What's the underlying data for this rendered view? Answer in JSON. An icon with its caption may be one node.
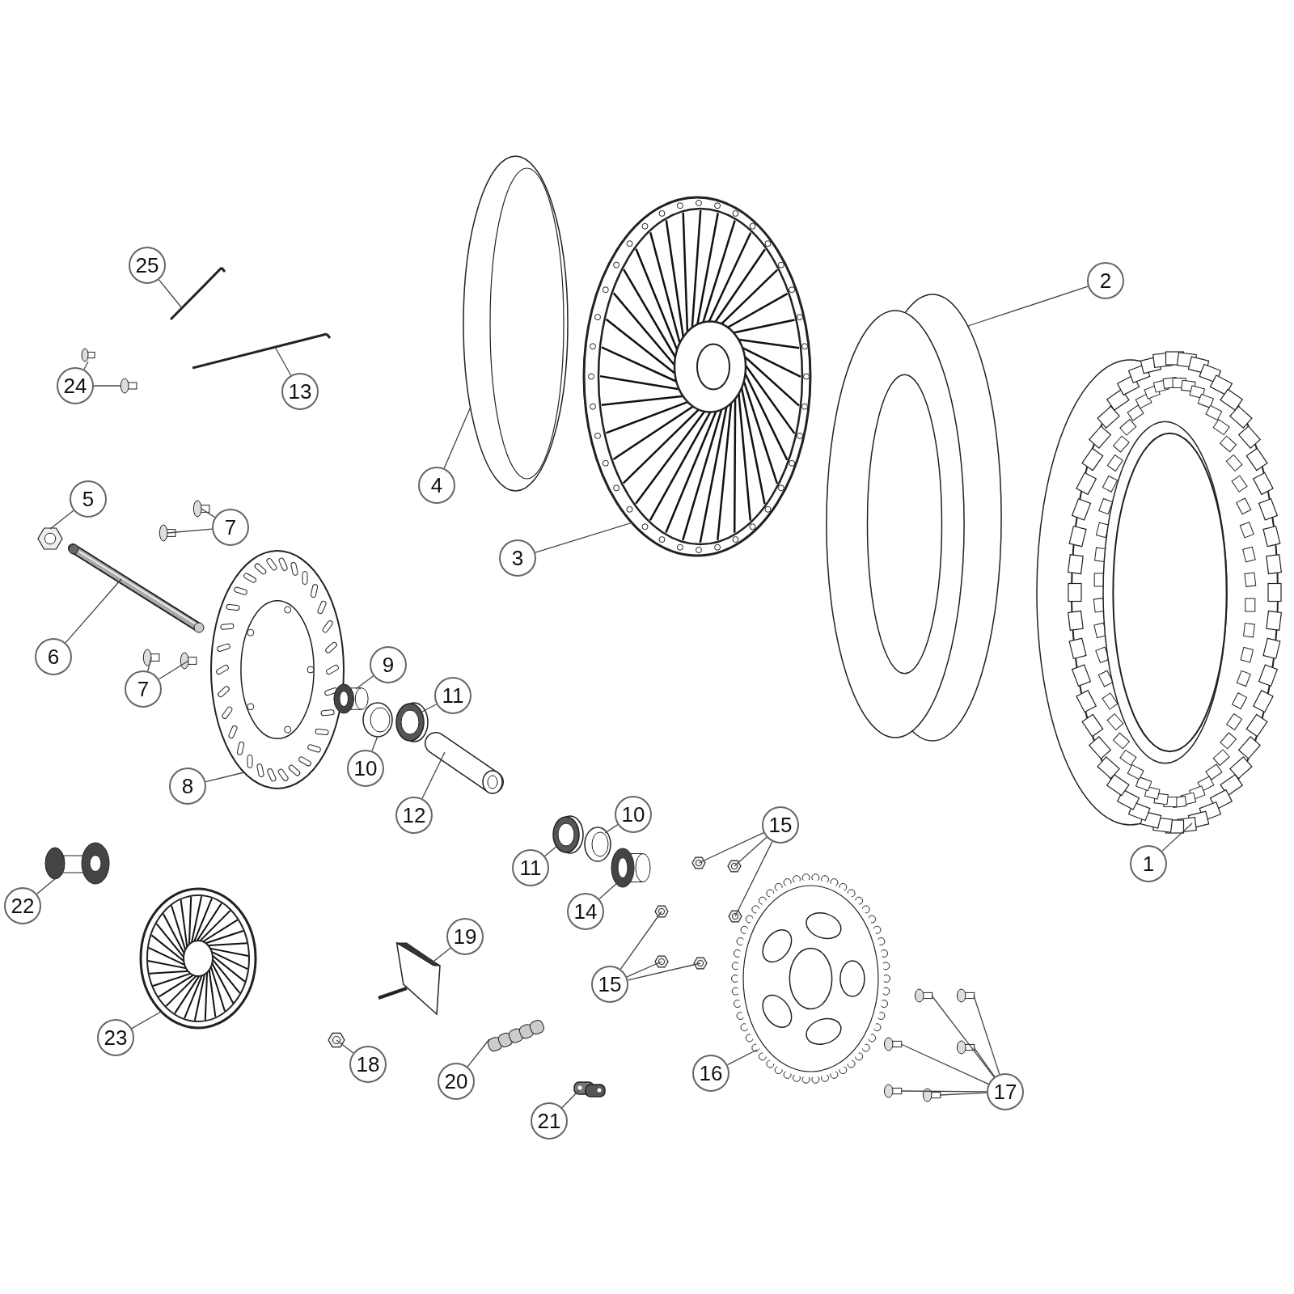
{
  "diagram": {
    "nodes": [
      {
        "text": [
          "1"
        ]
      },
      {
        "text": [],
        "shape": "picture"
      },
      {
        "text": [
          "2"
        ]
      },
      {
        "text": [],
        "shape": "picture"
      },
      {
        "text": [
          "3"
        ]
      },
      {
        "text": [],
        "shape": "picture"
      },
      {
        "text": [
          "4"
        ]
      },
      {
        "text": [],
        "shape": "picture"
      },
      {
        "text": [
          "5"
        ]
      },
      {
        "text": [],
        "shape": "picture"
      },
      {
        "text": [
          "6"
        ]
      },
      {
        "text": [],
        "shape": "picture"
      },
      {
        "text": [
          "7"
        ]
      },
      {
        "text": [],
        "shape": "picture"
      },
      {
        "text": [],
        "shape": "picture"
      },
      {
        "text": [
          "7"
        ]
      },
      {
        "text": [],
        "shape": "picture"
      },
      {
        "text": [],
        "shape": "picture"
      },
      {
        "text": [
          "8"
        ]
      },
      {
        "text": [],
        "shape": "picture"
      },
      {
        "text": [
          "9"
        ]
      },
      {
        "text": [],
        "shape": "picture"
      },
      {
        "text": [
          "10"
        ]
      },
      {
        "text": [],
        "shape": "picture"
      },
      {
        "text": [
          "11"
        ]
      },
      {
        "text": [],
        "shape": "picture"
      },
      {
        "text": [
          "12"
        ]
      },
      {
        "text": [],
        "shape": "picture"
      },
      {
        "text": [
          "10"
        ]
      },
      {
        "text": [],
        "shape": "picture"
      },
      {
        "text": [
          "11"
        ]
      },
      {
        "text": [],
        "shape": "picture"
      },
      {
        "text": [
          "14"
        ]
      },
      {
        "text": [],
        "shape": "picture"
      },
      {
        "text": [
          "15"
        ]
      },
      {
        "text": [],
        "shape": "picture"
      },
      {
        "text": [],
        "shape": "picture"
      },
      {
        "text": [],
        "shape": "picture"
      },
      {
        "text": [
          "15"
        ]
      },
      {
        "text": [],
        "shape": "picture"
      },
      {
        "text": [],
        "shape": "picture"
      },
      {
        "text": [],
        "shape": "picture"
      },
      {
        "text": [
          "16"
        ]
      },
      {
        "text": [],
        "shape": "picture"
      },
      {
        "text": [
          "17"
        ]
      },
      {
        "text": [],
        "shape": "picture"
      },
      {
        "text": [],
        "shape": "picture"
      },
      {
        "text": [],
        "shape": "picture"
      },
      {
        "text": [],
        "shape": "picture"
      },
      {
        "text": [],
        "shape": "picture"
      },
      {
        "text": [],
        "shape": "picture"
      },
      {
        "text": [
          "18"
        ]
      },
      {
        "text": [],
        "shape": "picture"
      },
      {
        "text": [
          "19"
        ]
      },
      {
        "text": [],
        "shape": "picture"
      },
      {
        "text": [
          "20"
        ]
      },
      {
        "text": [],
        "shape": "picture"
      },
      {
        "text": [
          "21"
        ]
      },
      {
        "text": [],
        "shape": "picture"
      },
      {
        "text": [
          "22"
        ]
      },
      {
        "text": [],
        "shape": "picture"
      },
      {
        "text": [
          "23"
        ]
      },
      {
        "text": [],
        "shape": "picture"
      },
      {
        "text": [
          "24"
        ]
      },
      {
        "text": [],
        "shape": "picture"
      },
      {
        "text": [],
        "shape": "picture"
      },
      {
        "text": [
          "25"
        ]
      },
      {
        "text": [],
        "shape": "picture"
      },
      {
        "text": [
          "13"
        ]
      },
      {
        "text": [],
        "shape": "picture"
      }
    ],
    "edges": [
      {
        "from": 0,
        "to": 1,
        "arrow": "none"
      },
      {
        "from": 2,
        "to": 3,
        "arrow": "none"
      },
      {
        "from": 4,
        "to": 5,
        "arrow": "none"
      },
      {
        "from": 6,
        "to": 7,
        "arrow": "none"
      },
      {
        "from": 8,
        "to": 9,
        "arrow": "none"
      },
      {
        "from": 10,
        "to": 11,
        "arrow": "none"
      },
      {
        "from": 12,
        "to": 13,
        "arrow": "none"
      },
      {
        "from": 12,
        "to": 14,
        "arrow": "none"
      },
      {
        "from": 15,
        "to": 16,
        "arrow": "none"
      },
      {
        "from": 15,
        "to": 17,
        "arrow": "none"
      },
      {
        "from": 18,
        "to": 19,
        "arrow": "none"
      },
      {
        "from": 20,
        "to": 21,
        "arrow": "none"
      },
      {
        "from": 22,
        "to": 23,
        "arrow": "none"
      },
      {
        "from": 24,
        "to": 25,
        "arrow": "none"
      },
      {
        "from": 26,
        "to": 27,
        "arrow": "none"
      },
      {
        "from": 28,
        "to": 29,
        "arrow": "none"
      },
      {
        "from": 30,
        "to": 31,
        "arrow": "none"
      },
      {
        "from": 32,
        "to": 33,
        "arrow": "none"
      },
      {
        "from": 34,
        "to": 35,
        "arrow": "none"
      },
      {
        "from": 34,
        "to": 36,
        "arrow": "none"
      },
      {
        "from": 34,
        "to": 37,
        "arrow": "none"
      },
      {
        "from": 38,
        "to": 39,
        "arrow": "none"
      },
      {
        "from": 38,
        "to": 40,
        "arrow": "none"
      },
      {
        "from": 38,
        "to": 41,
        "arrow": "none"
      },
      {
        "from": 42,
        "to": 43,
        "arrow": "none"
      },
      {
        "from": 44,
        "to": 45,
        "arrow": "none"
      },
      {
        "from": 44,
        "to": 46,
        "arrow": "none"
      },
      {
        "from": 44,
        "to": 47,
        "arrow": "none"
      },
      {
        "from": 44,
        "to": 48,
        "arrow": "none"
      },
      {
        "from": 44,
        "to": 49,
        "arrow": "none"
      },
      {
        "from": 44,
        "to": 50,
        "arrow": "none"
      },
      {
        "from": 51,
        "to": 52,
        "arrow": "none"
      },
      {
        "from": 53,
        "to": 54,
        "arrow": "none"
      },
      {
        "from": 55,
        "to": 56,
        "arrow": "none"
      },
      {
        "from": 57,
        "to": 58,
        "arrow": "none"
      },
      {
        "from": 59,
        "to": 60,
        "arrow": "none"
      },
      {
        "from": 61,
        "to": 62,
        "arrow": "none"
      },
      {
        "from": 63,
        "to": 64,
        "arrow": "none"
      },
      {
        "from": 63,
        "to": 65,
        "arrow": "none"
      },
      {
        "from": 66,
        "to": 67,
        "arrow": "none"
      },
      {
        "from": 68,
        "to": 69,
        "arrow": "none"
      }
    ]
  }
}
